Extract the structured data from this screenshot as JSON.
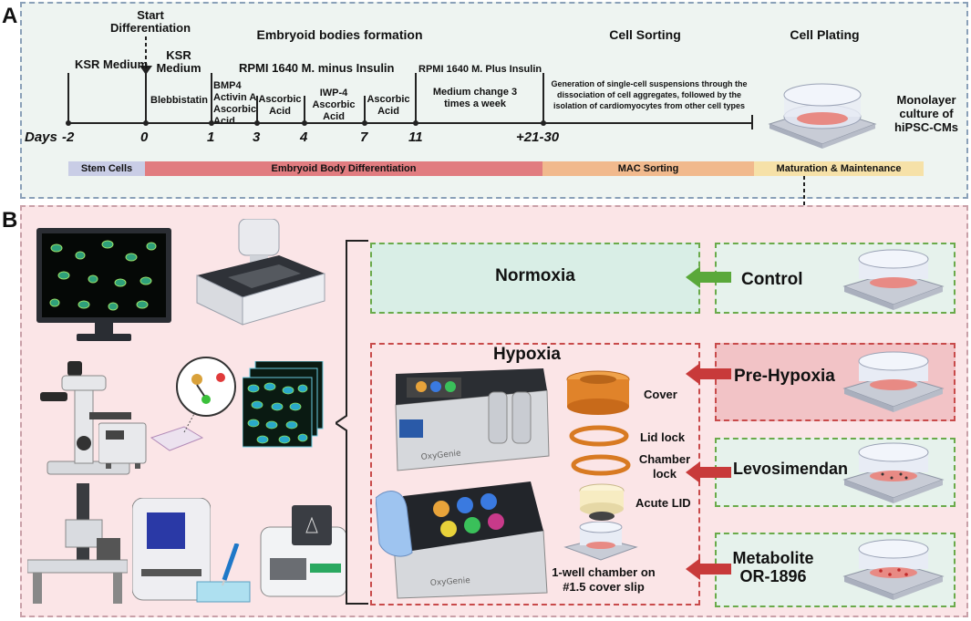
{
  "panel_a": {
    "label": "A",
    "days_label": "Days",
    "ticks": [
      "-2",
      "0",
      "1",
      "3",
      "4",
      "7",
      "11",
      "+21-30"
    ],
    "headers": {
      "start": "Start Differentiation",
      "eb_formation": "Embryoid bodies formation",
      "cell_sorting": "Cell Sorting",
      "cell_plating": "Cell Plating"
    },
    "media": {
      "ksr1": "KSR Medium",
      "ksr2": "KSR Medium",
      "rpmi_minus": "RPMI 1640 M. minus Insulin",
      "rpmi_plus": "RPMI 1640 M. Plus Insulin",
      "blebbistatin": "Blebbistatin",
      "bmp4": "BMP4 Activin A Ascorbic Acid",
      "ascorbic1": "Ascorbic Acid",
      "iwp4": "IWP-4 Ascorbic Acid",
      "ascorbic2": "Ascorbic Acid",
      "medium_change": "Medium change 3 times a week",
      "sorting_text": "Generation of single-cell suspensions through the dissociation of cell aggregates, followed by the isolation of cardiomyocytes from other cell types",
      "monolayer": "Monolayer culture of hiPSC-CMs"
    },
    "phases": [
      {
        "label": "Stem Cells",
        "color": "#c9cde6"
      },
      {
        "label": "Embryoid Body Differentiation",
        "color": "#e17c80"
      },
      {
        "label": "MAC Sorting",
        "color": "#f1b98d"
      },
      {
        "label": "Maturation & Maintenance",
        "color": "#f6e1a8"
      }
    ]
  },
  "panel_b": {
    "label": "B",
    "normoxia": "Normoxia",
    "hypoxia": "Hypoxia",
    "conditions": {
      "control": "Control",
      "pre_hypoxia": "Pre-Hypoxia",
      "levosimendan": "Levosimendan",
      "metabolite": "Metabolite OR-1896"
    },
    "chamber_parts": {
      "cover": "Cover",
      "lid_lock": "Lid lock",
      "chamber_lock": "Chamber lock",
      "acute_lid": "Acute LID",
      "well": "1-well chamber on #1.5 cover slip"
    },
    "device_brand": "OxyGenie",
    "colors": {
      "green_arrow": "#5aa83a",
      "red_arrow": "#c83a3a",
      "orange_part": "#e0832a"
    }
  }
}
